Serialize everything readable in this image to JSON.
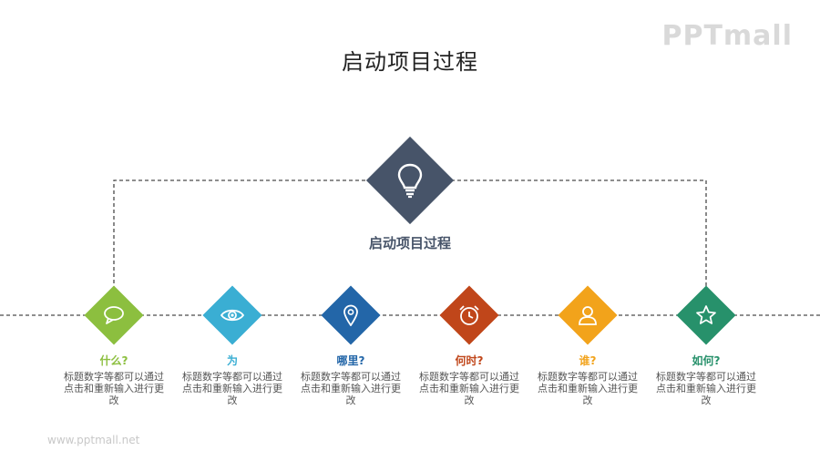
{
  "header": {
    "title": "启动项目过程"
  },
  "brand": {
    "logo_text": "PPTmall"
  },
  "center": {
    "label": "启动项目过程",
    "icon": "lightbulb-icon",
    "color": "#475469"
  },
  "steps": [
    {
      "title": "什么?",
      "desc": "标题数字等都可以通过点击和重新输入进行更改",
      "color": "#8cbf3f",
      "icon": "speech-bubble-icon"
    },
    {
      "title": "为",
      "desc": "标题数字等都可以通过点击和重新输入进行更改",
      "color": "#3aaed3",
      "icon": "eye-icon"
    },
    {
      "title": "哪里?",
      "desc": "标题数字等都可以通过点击和重新输入进行更改",
      "color": "#2366a8",
      "icon": "location-pin-icon"
    },
    {
      "title": "何时?",
      "desc": "标题数字等都可以通过点击和重新输入进行更改",
      "color": "#c0461a",
      "icon": "alarm-clock-icon"
    },
    {
      "title": "谁?",
      "desc": "标题数字等都可以通过点击和重新输入进行更改",
      "color": "#f2a31b",
      "icon": "person-icon"
    },
    {
      "title": "如何?",
      "desc": "标题数字等都可以通过点击和重新输入进行更改",
      "color": "#27916b",
      "icon": "star-icon"
    }
  ],
  "footer": {
    "url": "www.pptmall.net"
  }
}
